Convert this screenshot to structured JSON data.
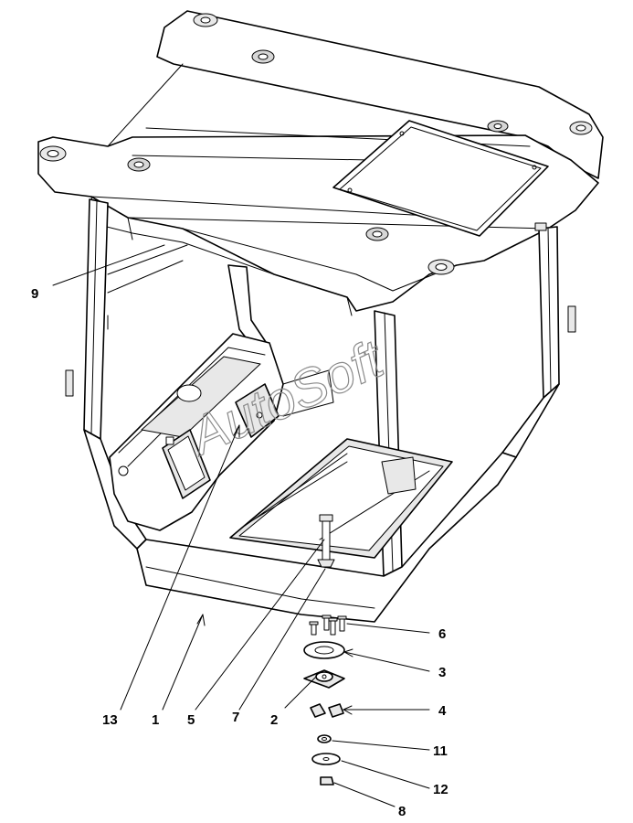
{
  "watermark": "AutoSoft",
  "callouts": {
    "c1": "1",
    "c2": "2",
    "c3": "3",
    "c4": "4",
    "c5": "5",
    "c6": "6",
    "c7": "7",
    "c8": "8",
    "c9": "9",
    "c11": "11",
    "c12": "12",
    "c13": "13"
  }
}
